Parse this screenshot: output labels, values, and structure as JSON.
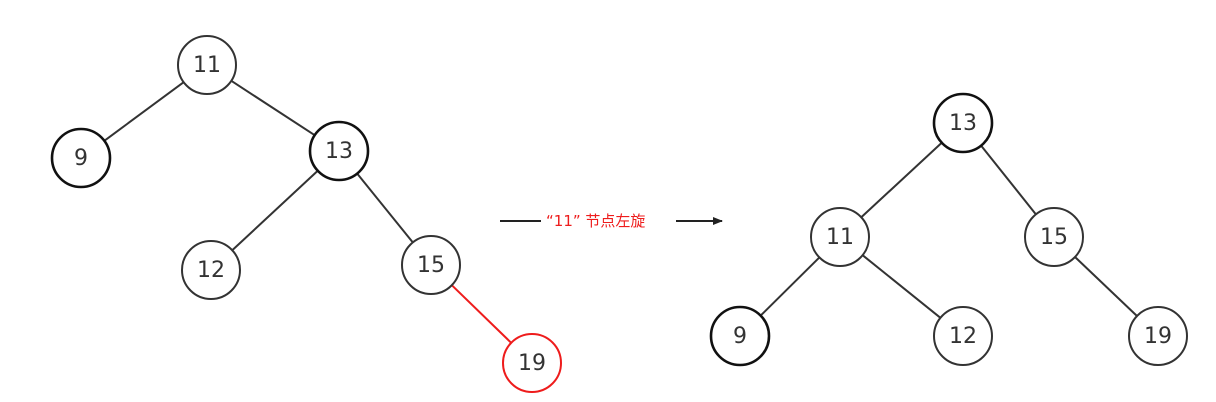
{
  "colors": {
    "node": "#333333",
    "highlight": "#ee1c1c",
    "arrow": "#222222",
    "background": "#ffffff"
  },
  "rotation_label": "“11” 节点左旋",
  "before_tree": {
    "nodes": [
      {
        "id": "b11",
        "label": "11"
      },
      {
        "id": "b9",
        "label": "9",
        "emphasis": true
      },
      {
        "id": "b13",
        "label": "13",
        "emphasis": true
      },
      {
        "id": "b12",
        "label": "12"
      },
      {
        "id": "b15",
        "label": "15"
      },
      {
        "id": "b19",
        "label": "19",
        "highlight": true
      }
    ],
    "edges": [
      {
        "from": "b11",
        "to": "b9"
      },
      {
        "from": "b11",
        "to": "b13"
      },
      {
        "from": "b13",
        "to": "b12"
      },
      {
        "from": "b13",
        "to": "b15"
      },
      {
        "from": "b15",
        "to": "b19",
        "highlight": true
      }
    ]
  },
  "after_tree": {
    "nodes": [
      {
        "id": "a13",
        "label": "13",
        "emphasis": true
      },
      {
        "id": "a11",
        "label": "11"
      },
      {
        "id": "a15",
        "label": "15"
      },
      {
        "id": "a9",
        "label": "9",
        "emphasis": true
      },
      {
        "id": "a12",
        "label": "12"
      },
      {
        "id": "a19",
        "label": "19"
      }
    ],
    "edges": [
      {
        "from": "a13",
        "to": "a11"
      },
      {
        "from": "a13",
        "to": "a15"
      },
      {
        "from": "a11",
        "to": "a9"
      },
      {
        "from": "a11",
        "to": "a12"
      },
      {
        "from": "a15",
        "to": "a19"
      }
    ]
  }
}
